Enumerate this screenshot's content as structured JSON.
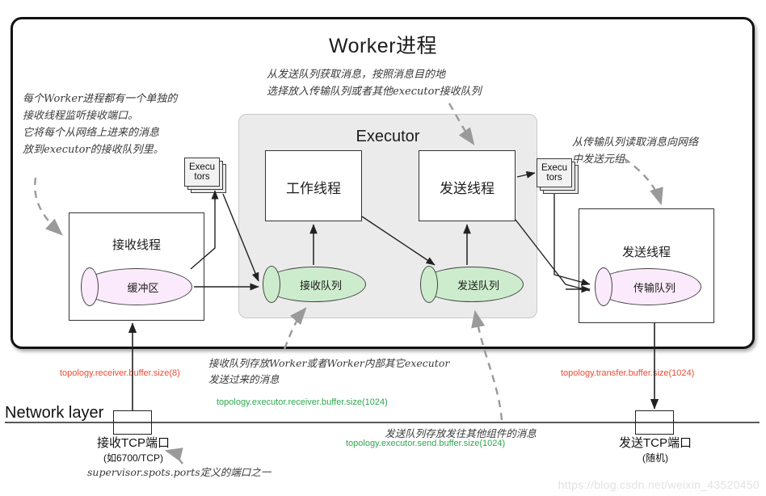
{
  "diagram": {
    "title": "Worker进程",
    "executor_panel_title": "Executor",
    "boxes": {
      "worker_thread": "工作线程",
      "send_thread_executor": "发送线程",
      "receive_thread": "接收线程",
      "send_thread": "发送线程"
    },
    "queues": {
      "buffer": "缓冲区",
      "receive_queue": "接收队列",
      "send_queue": "发送队列",
      "transfer_queue": "传输队列"
    },
    "executor_stack_label_line1": "Execu",
    "executor_stack_label_line2": "tors",
    "annotations": {
      "left": "每个Worker进程都有一个单独的\n接收线程监听接收端口。\n它将每个从网络上进来的消息\n放到executor的接收队列里。",
      "top": "从发送队列获取消息，按照消息目的地\n选择放入传输队列或者其他executor接收队列",
      "right": "从传输队列读取消息向网络\n中发送元组。",
      "receive_queue_note": "接收队列存放Worker或者Worker内部其它executor\n发送过来的消息",
      "send_queue_note": "发送队列存放发往其他组件的消息",
      "ports_note": "supervisor.spots.ports定义的端口之一"
    },
    "configs": {
      "receiver_buffer": "topology.receiver.buffer.size(8)",
      "transfer_buffer": "topology.transfer.buffer.size(1024)",
      "executor_receiver_buffer": "topology.executor.receiver.buffer.size(1024)",
      "executor_send_buffer": "topology.executor.send.buffer.size(1024)"
    },
    "network": {
      "layer_label": "Network layer",
      "receive_port": "接收TCP端口",
      "receive_port_sub": "(如6700/TCP)",
      "send_port": "发送TCP端口",
      "send_port_sub": "(随机)"
    },
    "watermark": "https://blog.csdn.net/weixin_43520450",
    "colors": {
      "green_queue": "#cdeccd",
      "pink_queue": "#fbeafb",
      "executor_panel": "#ebebeb",
      "config_red": "#ef4a33",
      "config_green": "#2fa84f"
    }
  }
}
